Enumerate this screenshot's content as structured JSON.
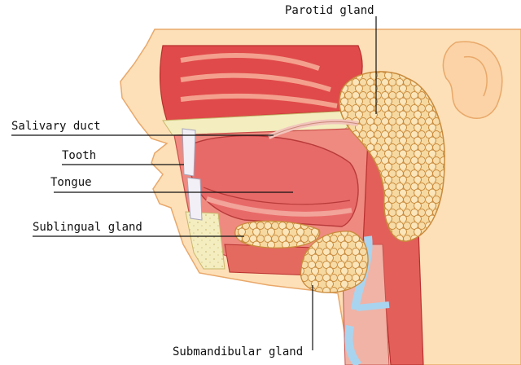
{
  "labels": {
    "parotid_gland": "Parotid gland",
    "salivary_duct": "Salivary duct",
    "tooth": "Tooth",
    "tongue": "Tongue",
    "sublingual_gland": "Sublingual gland",
    "submandibular_gland": "Submandibular gland"
  },
  "colors": {
    "skin": "#fde0b8",
    "skin_outline": "#e9a86a",
    "nasal_cavity": "#e04a4a",
    "mucosa": "#ef8a80",
    "tongue": "#e86a68",
    "gland": "#f6d9a0",
    "gland_outline": "#c98a3c",
    "bone": "#f3edc0",
    "duct_blue": "#a9d4ef",
    "leader_line": "#111111"
  }
}
